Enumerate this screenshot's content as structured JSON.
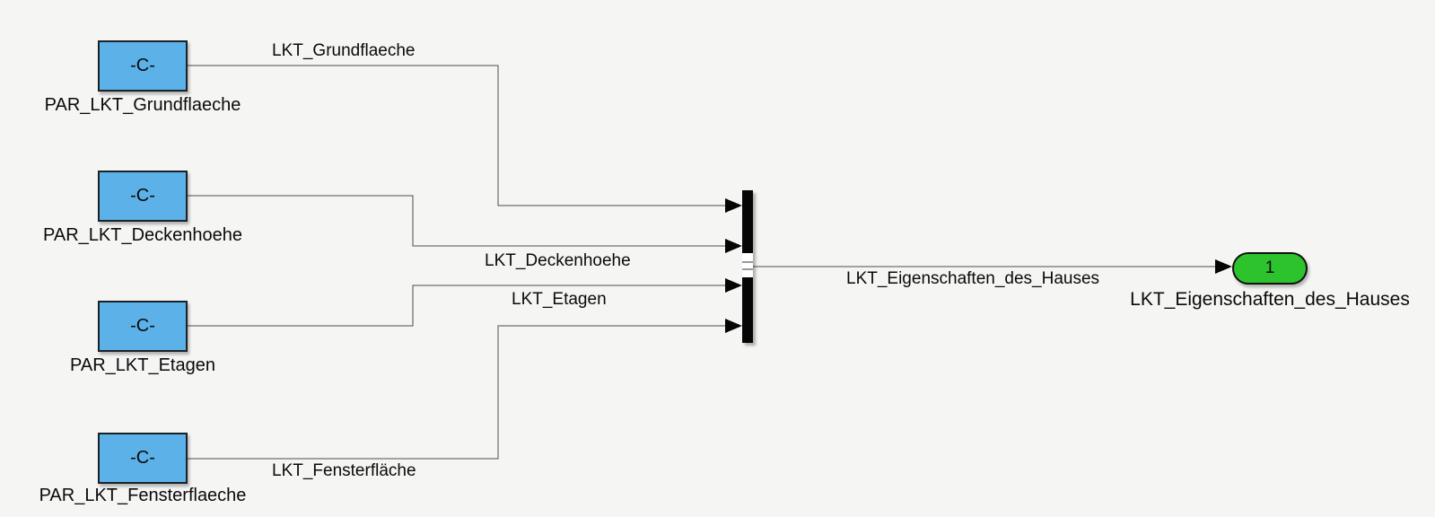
{
  "app": {
    "kind": "simulink-model-canvas"
  },
  "colors": {
    "background": "#f5f5f4",
    "block_fill": "#5cb1e8",
    "outport_fill": "#2cc32c",
    "wire": "#4d4d4d"
  },
  "blocks": [
    {
      "value": "-C-",
      "name": "PAR_LKT_Grundflaeche"
    },
    {
      "value": "-C-",
      "name": "PAR_LKT_Deckenhoehe"
    },
    {
      "value": "-C-",
      "name": "PAR_LKT_Etagen"
    },
    {
      "value": "-C-",
      "name": "PAR_LKT_Fensterflaeche"
    }
  ],
  "signals": {
    "grundflaeche": "LKT_Grundflaeche",
    "deckenhoehe": "LKT_Deckenhoehe",
    "etagen": "LKT_Etagen",
    "fensterflaeche": "LKT_Fensterfläche",
    "output": "LKT_Eigenschaften_des_Hauses"
  },
  "mux": {
    "inputs": 4,
    "outputs": 1
  },
  "outport": {
    "number": "1",
    "label": "LKT_Eigenschaften_des_Hauses"
  }
}
